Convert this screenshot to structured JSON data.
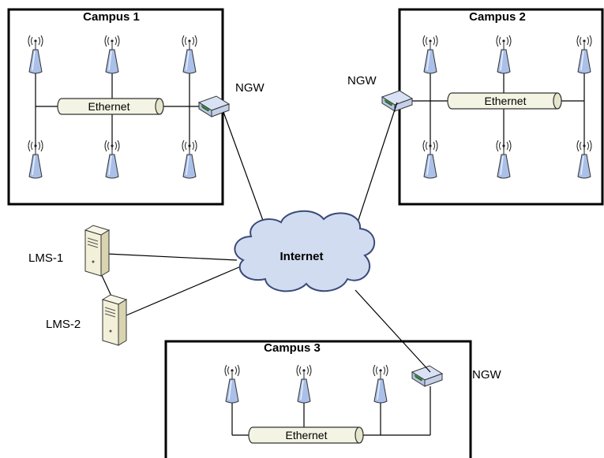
{
  "campuses": [
    {
      "title": "Campus 1",
      "gateway_label": "NGW",
      "ethernet_label": "Ethernet"
    },
    {
      "title": "Campus 2",
      "gateway_label": "NGW",
      "ethernet_label": "Ethernet"
    },
    {
      "title": "Campus 3",
      "gateway_label": "NGW",
      "ethernet_label": "Ethernet"
    }
  ],
  "internet_label": "Internet",
  "servers": [
    {
      "label": "LMS-1"
    },
    {
      "label": "LMS-2"
    }
  ],
  "colors": {
    "cloud_fill": "#d2dcf0",
    "antenna_fill": "#aac0e8",
    "server_fill": "#f2f0d8",
    "ethernet_fill": "#f4f4e4",
    "gateway_fill": "#d8e2f4"
  }
}
